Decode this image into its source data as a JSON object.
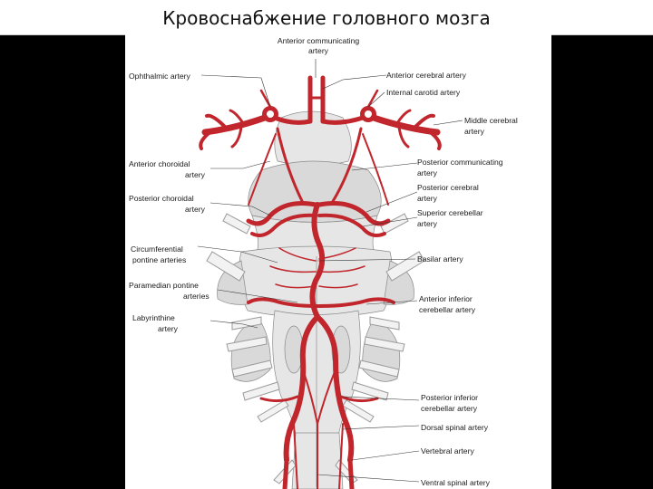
{
  "title": "Кровоснабжение головного мозга",
  "labels": {
    "anterior_communicating_1": "Anterior communicating",
    "anterior_communicating_2": "artery",
    "ophthalmic": "Ophthalmic artery",
    "anterior_cerebral": "Anterior cerebral artery",
    "internal_carotid": "Internal carotid artery",
    "middle_cerebral_1": "Middle cerebral",
    "middle_cerebral_2": "artery",
    "anterior_choroidal_1": "Anterior choroidal",
    "anterior_choroidal_2": "artery",
    "posterior_communicating_1": "Posterior communicating",
    "posterior_communicating_2": "artery",
    "posterior_cerebral_1": "Posterior cerebral",
    "posterior_cerebral_2": "artery",
    "posterior_choroidal_1": "Posterior choroidal",
    "posterior_choroidal_2": "artery",
    "superior_cerebellar_1": "Superior cerebellar",
    "superior_cerebellar_2": "artery",
    "circumferential_1": "Circumferential",
    "circumferential_2": "pontine arteries",
    "basilar": "Basilar artery",
    "paramedian_1": "Paramedian pontine",
    "paramedian_2": "arteries",
    "anterior_inferior_1": "Anterior inferior",
    "anterior_inferior_2": "cerebellar artery",
    "labyrinthine_1": "Labyrinthine",
    "labyrinthine_2": "artery",
    "posterior_inferior_1": "Posterior inferior",
    "posterior_inferior_2": "cerebellar artery",
    "dorsal_spinal": "Dorsal spinal artery",
    "vertebral": "Vertebral artery",
    "ventral_spinal": "Ventral spinal artery"
  },
  "colors": {
    "artery": "#c0262c",
    "tissue": "#e6e6e6",
    "background": "#000000",
    "panel": "#ffffff"
  }
}
